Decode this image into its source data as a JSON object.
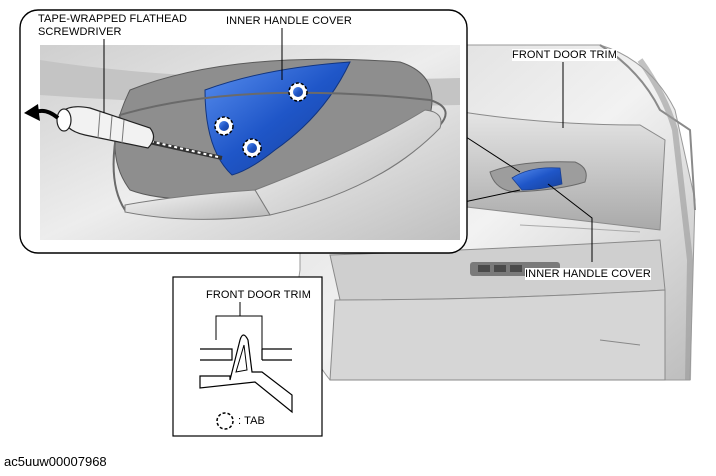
{
  "labels": {
    "screwdriver": "TAPE-WRAPPED FLATHEAD\nSCREWDRIVER",
    "inner_handle_cover_detail": "INNER HANDLE COVER",
    "front_door_trim": "FRONT DOOR TRIM",
    "inner_handle_cover_main": "INNER HANDLE COVER",
    "front_door_trim_section": "FRONT DOOR TRIM",
    "tab_legend": ": TAB"
  },
  "figure_id": "ac5uuw00007968",
  "colors": {
    "cover_blue": "#1f56c8",
    "cover_blue_light": "#4a86e8",
    "trim_gray": "#c8c8c8",
    "outline": "#000000"
  },
  "icons": {
    "tab_marker": "dashed-circle-icon",
    "pry_direction": "curved-arrow-icon"
  }
}
